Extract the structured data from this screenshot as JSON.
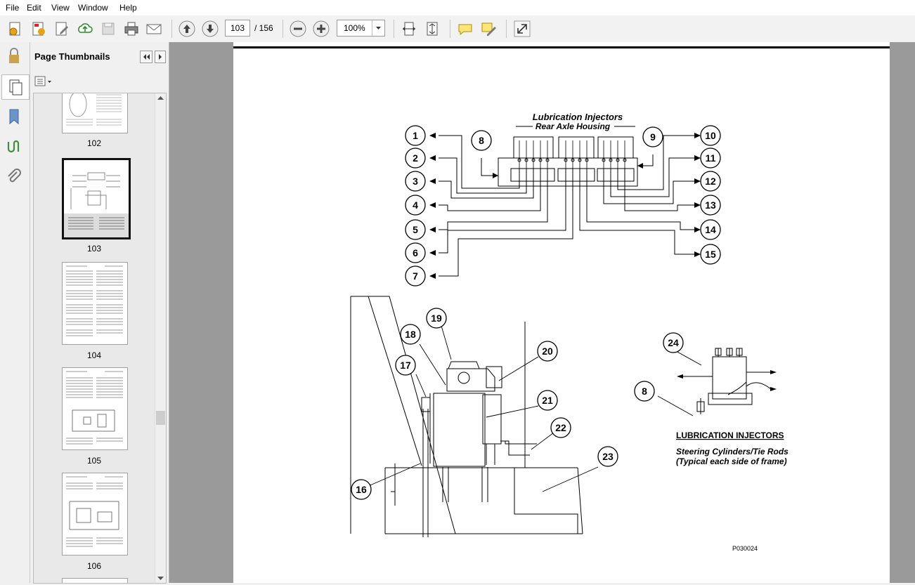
{
  "menu": [
    "File",
    "Edit",
    "View",
    "Window",
    "Help"
  ],
  "toolbar": {
    "page_current": "103",
    "page_total": "/ 156",
    "zoom": "100%"
  },
  "panel": {
    "title": "Page Thumbnails",
    "thumbnails": [
      {
        "label": "102"
      },
      {
        "label": "103"
      },
      {
        "label": "104"
      },
      {
        "label": "105"
      },
      {
        "label": "106"
      }
    ]
  },
  "diagram": {
    "title_line1": "Lubrication Injectors",
    "title_line2": "Rear Axle Housing",
    "callouts_left": [
      "1",
      "2",
      "3",
      "4",
      "5",
      "6",
      "7"
    ],
    "callouts_right": [
      "10",
      "11",
      "12",
      "13",
      "14",
      "15"
    ],
    "callout_8": "8",
    "callout_9": "9",
    "callouts_lower": [
      "16",
      "17",
      "18",
      "19",
      "20",
      "21",
      "22",
      "23"
    ],
    "callout_24": "24",
    "callout_8b": "8",
    "caption_title": "LUBRICATION INJECTORS",
    "caption_line1": "Steering Cylinders/Tie Rods",
    "caption_line2": "(Typical each side of frame)",
    "figure_id": "P030024"
  }
}
